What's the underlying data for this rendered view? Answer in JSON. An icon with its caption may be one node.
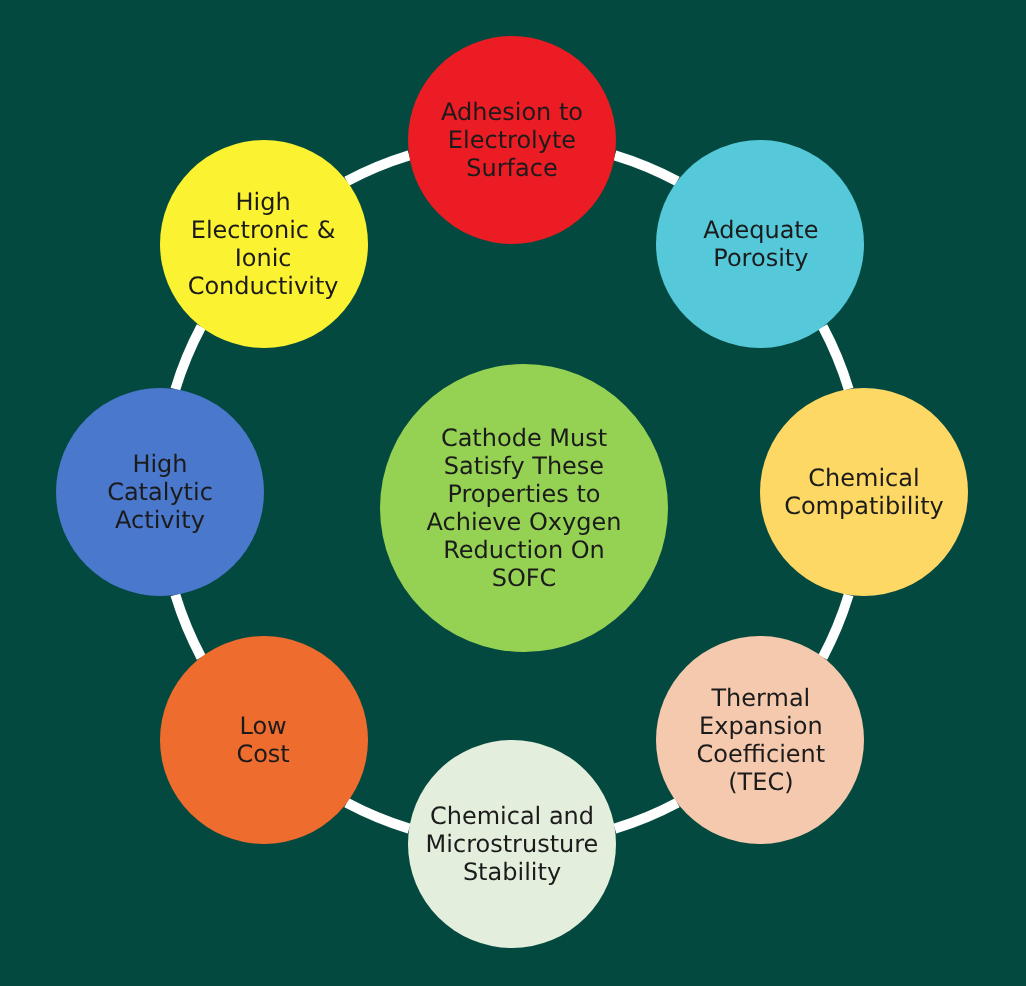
{
  "diagram": {
    "nodes": [
      {
        "text": [
          "Cathode Must Satisfy These Properties to Achieve Oxygen Reduction On SOFC"
        ]
      },
      {
        "text": [
          "Adhesion to Electrolyte Surface"
        ]
      },
      {
        "text": [
          "Adequate Porosity"
        ]
      },
      {
        "text": [
          "Chemical Compatibility"
        ]
      },
      {
        "text": [
          "Thermal Expansion Coefficient (TEC)"
        ]
      },
      {
        "text": [
          "Chemical and Microstrusture Stability"
        ]
      },
      {
        "text": [
          "Low Cost"
        ]
      },
      {
        "text": [
          "High Catalytic Activity"
        ]
      },
      {
        "text": [
          "High Electronic & Ionic Conductivity"
        ]
      }
    ],
    "edges": [
      {
        "from": 1,
        "to": 2,
        "arrow": "none"
      },
      {
        "from": 2,
        "to": 3,
        "arrow": "none"
      },
      {
        "from": 3,
        "to": 4,
        "arrow": "none"
      },
      {
        "from": 4,
        "to": 5,
        "arrow": "none"
      },
      {
        "from": 5,
        "to": 6,
        "arrow": "none"
      },
      {
        "from": 6,
        "to": 7,
        "arrow": "none"
      },
      {
        "from": 7,
        "to": 8,
        "arrow": "none"
      },
      {
        "from": 8,
        "to": 1,
        "arrow": "none"
      }
    ]
  }
}
